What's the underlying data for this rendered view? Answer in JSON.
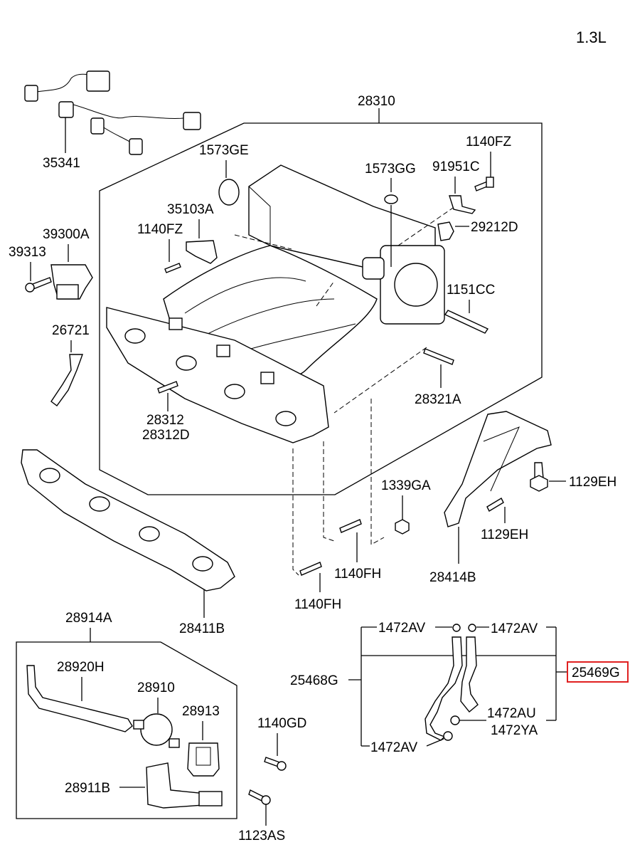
{
  "variant": "1.3L",
  "labels": {
    "p28310": "28310",
    "p35341": "35341",
    "p1573GE": "1573GE",
    "p1573GG": "1573GG",
    "p91951C": "91951C",
    "p1140FZ_top": "1140FZ",
    "p29212D": "29212D",
    "p35103A": "35103A",
    "p1140FZ_left": "1140FZ",
    "p39300A": "39300A",
    "p39313": "39313",
    "p1151CC": "1151CC",
    "p26721": "26721",
    "p28321A": "28321A",
    "p28312": "28312",
    "p28312D": "28312D",
    "p1339GA": "1339GA",
    "p1129EH_a": "1129EH",
    "p1129EH_b": "1129EH",
    "p1140FH_a": "1140FH",
    "p1140FH_b": "1140FH",
    "p28414B": "28414B",
    "p28411B": "28411B",
    "p28914A": "28914A",
    "p28920H": "28920H",
    "p28910": "28910",
    "p28913": "28913",
    "p28911B": "28911B",
    "p1140GD": "1140GD",
    "p1123AS": "1123AS",
    "p1472AV_a": "1472AV",
    "p1472AV_b": "1472AV",
    "p1472AV_c": "1472AV",
    "p25468G": "25468G",
    "p25469G": "25469G",
    "p1472AU": "1472AU",
    "p1472YA": "1472YA"
  },
  "colors": {
    "line": "#000000",
    "highlight_box": "#e02020"
  }
}
